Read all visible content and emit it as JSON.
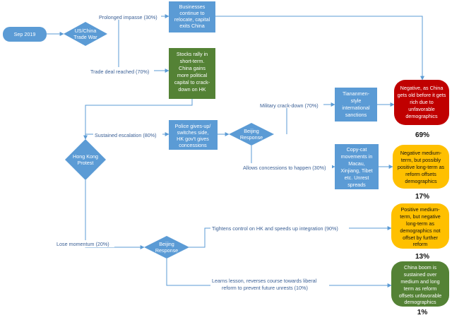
{
  "colors": {
    "blue": "#5b9bd5",
    "green": "#548235",
    "red": "#c00000",
    "orange": "#ffc000",
    "edge": "#5b9bd5",
    "label": "#3a5f95"
  },
  "nodes": {
    "start": "Sep 2019",
    "trade_war": [
      "US/China",
      "Trade War"
    ],
    "businesses": [
      "Businesses",
      "continue to",
      "relocate, capital",
      "exits China"
    ],
    "stocks": [
      "Stocks rally in",
      "short-term.",
      "China gains",
      "more political",
      "capital to crack-",
      "down on HK"
    ],
    "police": [
      "Police gives-up/",
      "switches side,",
      "HK gov't gives",
      "concessions"
    ],
    "beijing1": [
      "Beijing",
      "Response"
    ],
    "hk_protest": [
      "Hong Kong",
      "Protest"
    ],
    "tiananmen": [
      "Tiananmen-",
      "style",
      "international",
      "sanctions"
    ],
    "copycat": [
      "Copy-cat",
      "movements in",
      "Macau,",
      "Xinjiang, Tibet",
      "etc. Unrest",
      "spreads"
    ],
    "beijing2": [
      "Beijing",
      "Response"
    ]
  },
  "edges": {
    "impasse": "Prolonged impasse (30%)",
    "trade_deal": "Trade deal reached (70%)",
    "escalation": "Sustained escalation (80%)",
    "crackdown": "Military crack-down (70%)",
    "concessions": "Allows concessions to happen (30%)",
    "lose_momentum": "Lose momentum (20%)",
    "tightens": "Tightens control on HK and speeds up integration (90%)",
    "learns": [
      "Learns lesson, reverses course towards liberal",
      "reform to prevent future unrests (10%)"
    ]
  },
  "outcomes": [
    {
      "lines": [
        "Negative, as China",
        "gets old before it gets",
        "rich due to",
        "unfavorable",
        "demographics"
      ],
      "pct": "69%",
      "color": "red"
    },
    {
      "lines": [
        "Negative medium-",
        "term, but possibly",
        "positive long-term as",
        "reform offsets",
        "demographics"
      ],
      "pct": "17%",
      "color": "orange"
    },
    {
      "lines": [
        "Positive medium-",
        "term, but negative",
        "long-term as",
        "demographics not",
        "offset by further",
        "reform"
      ],
      "pct": "13%",
      "color": "orange"
    },
    {
      "lines": [
        "China boom is",
        "sustained over",
        "medium and long",
        "term as reform",
        "offsets unfavorable",
        "demographics"
      ],
      "pct": "1%",
      "color": "green"
    }
  ]
}
